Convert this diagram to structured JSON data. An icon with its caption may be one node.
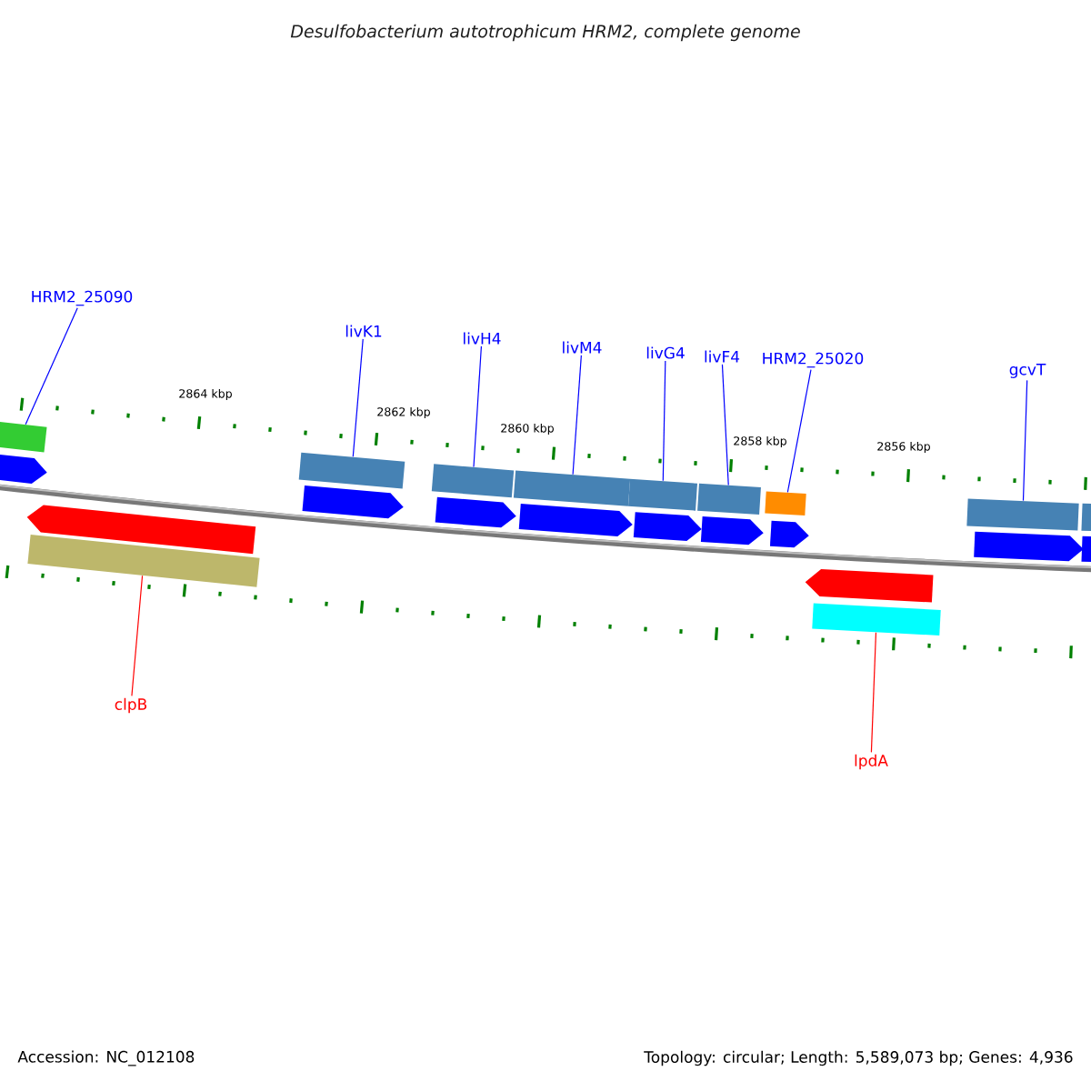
{
  "diagram": {
    "title": "Desulfobacterium autotrophicum HRM2, complete genome",
    "nodes": [
      {
        "text": [
          "HRM2_25090"
        ]
      },
      {
        "text": [
          "livK1"
        ]
      },
      {
        "text": [
          "livH4"
        ]
      },
      {
        "text": [
          "livM4"
        ]
      },
      {
        "text": [
          "livG4"
        ]
      },
      {
        "text": [
          "livF4"
        ]
      },
      {
        "text": [
          "HRM2_25020"
        ]
      },
      {
        "text": [
          "gcvT"
        ]
      },
      {
        "text": [
          "clpB"
        ]
      },
      {
        "text": [
          "lpdA"
        ]
      },
      {
        "text": [],
        "shape": "bar"
      },
      {
        "text": [],
        "shape": "bar"
      },
      {
        "text": [],
        "shape": "bar"
      },
      {
        "text": [],
        "shape": "bar"
      },
      {
        "text": [],
        "shape": "bar"
      },
      {
        "text": [],
        "shape": "bar"
      },
      {
        "text": [],
        "shape": "bar"
      },
      {
        "text": [],
        "shape": "bar"
      },
      {
        "text": [],
        "shape": "bar"
      },
      {
        "text": [],
        "shape": "bar"
      },
      {
        "text": [],
        "shape": "arrow"
      },
      {
        "text": [],
        "shape": "arrow"
      },
      {
        "text": [],
        "shape": "arrow"
      },
      {
        "text": [],
        "shape": "arrow"
      },
      {
        "text": [],
        "shape": "arrow"
      },
      {
        "text": [],
        "shape": "arrow"
      },
      {
        "text": [],
        "shape": "arrow"
      },
      {
        "text": [],
        "shape": "arrow"
      },
      {
        "text": [],
        "shape": "bar"
      },
      {
        "text": [],
        "shape": "arrow"
      },
      {
        "text": [],
        "shape": "arrow"
      },
      {
        "text": [],
        "shape": "bar"
      }
    ],
    "edges": [
      {
        "from": 0,
        "to": 10,
        "arrow": "none"
      },
      {
        "from": 1,
        "to": 11,
        "arrow": "none"
      },
      {
        "from": 2,
        "to": 12,
        "arrow": "none"
      },
      {
        "from": 3,
        "to": 13,
        "arrow": "none"
      },
      {
        "from": 4,
        "to": 14,
        "arrow": "none"
      },
      {
        "from": 5,
        "to": 15,
        "arrow": "none"
      },
      {
        "from": 6,
        "to": 16,
        "arrow": "none"
      },
      {
        "from": 7,
        "to": 17,
        "arrow": "none"
      },
      {
        "from": 8,
        "to": 18,
        "arrow": "none",
        "color": "#ff0000"
      },
      {
        "from": 9,
        "to": 19,
        "arrow": "none",
        "color": "#ff0000"
      }
    ],
    "labels": [
      "2864 kbp",
      "2862 kbp",
      "2860 kbp",
      "2858 kbp",
      "2856 kbp",
      "Accession: NC_012108",
      "Topology: circular; Length: 5,589,073 bp; Genes: 4,936"
    ]
  }
}
